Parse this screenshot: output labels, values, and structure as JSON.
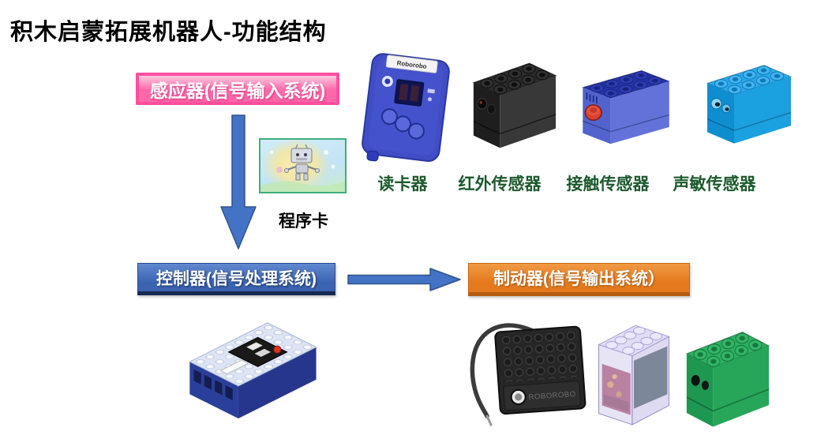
{
  "title": "积木启蒙拓展机器人-功能结构",
  "banners": {
    "sensor": "感应器(信号输入系统)",
    "controller": "控制器(信号处理系统)",
    "actuator": "制动器(信号输出系统）"
  },
  "devices": {
    "card_reader": {
      "label": "读卡器",
      "brand": "Roborobo"
    },
    "infrared": {
      "label": "红外传感器"
    },
    "touch": {
      "label": "接触传感器"
    },
    "sound": {
      "label": "声敏传感器"
    },
    "program_card": {
      "label": "程序卡"
    },
    "motor": {
      "brand": "ROBOROBO"
    }
  },
  "colors": {
    "title-color": "#000000",
    "label-green": "#1d5a2d",
    "banner-sensor-border": "#ff4f9e",
    "banner-sensor-light": "#ffc9e0",
    "banner-sensor-fill": "#ff68a8",
    "banner-controller-light": "#6189cf",
    "banner-controller-fill": "#3a63b0",
    "banner-controller-edge": "#16294e",
    "banner-actuator-light": "#f09a45",
    "banner-actuator-fill": "#e47a1d",
    "banner-actuator-edge": "#b45c10",
    "arrow-fill": "#4472c4",
    "arrow-edge": "#2f528f",
    "card-blue": "#3240c0",
    "brick-black-top": "#2b2b2b",
    "brick-black-front": "#1e1e1e",
    "brick-black-side": "#383838",
    "touch-top": "#2434a6",
    "touch-front": "#5263cd",
    "touch-side": "#6272d8",
    "touch-button": "#d84030",
    "sound-top": "#2ba9ea",
    "sound-front": "#0f8ecf",
    "sound-side": "#1ba0e0",
    "green-top": "#2eb062",
    "green-front": "#1e9750",
    "green-side": "#27a65a",
    "controller-body": "#2a3f9a",
    "controller-top": "#dde4f4",
    "clear-brick": "#cfc9ee",
    "program-card-border": "#3fae7c"
  }
}
